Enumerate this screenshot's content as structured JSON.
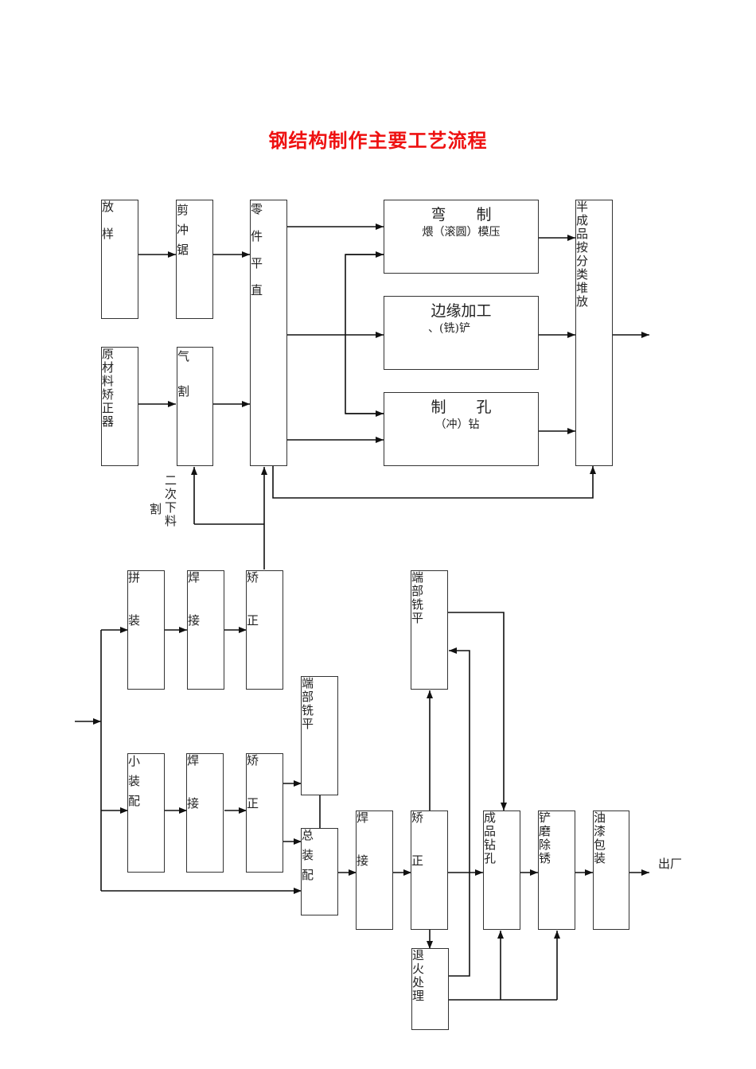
{
  "title": "钢结构制作主要工艺流程",
  "colors": {
    "title": "#ee1111",
    "line": "#111111",
    "box_border": "#333333"
  },
  "top_section": {
    "boxes": {
      "fangyang": "放\n\n样",
      "jianchongju": "剪\n冲\n锯",
      "yuancailiao": "原\n材\n料\n矫\n正\n器",
      "qige": "气\n\n割",
      "lingjianpingzhi": "零\n件\n平\n直",
      "banchengpin": "半\n成\n品\n按\n分\n类\n堆\n放"
    },
    "process_boxes": [
      {
        "title": "弯　　制",
        "subtitle": "煨（滚圆）模压"
      },
      {
        "title": "边缘加工",
        "subtitle": "、(铣)铲"
      },
      {
        "title": "制　　孔",
        "subtitle": "（冲）钻"
      }
    ],
    "secondary_cut_label_col1": "二\n次\n下\n料",
    "secondary_cut_label_col2": "割"
  },
  "bottom_section": {
    "boxes": {
      "pinzhuang": "拼\n\n装",
      "hanjie1": "焊\n\n接",
      "jiaozheng1": "矫\n\n正",
      "xiaozhuangpei": "小\n装\n配",
      "hanjie2": "焊\n\n接",
      "jiaozheng2": "矫\n\n正",
      "duanbuxiping1": "端\n部\n铣\n平",
      "zongzhuangpei": "总\n装\n配",
      "hanjie3": "焊\n\n接",
      "jiaozheng3": "矫\n\n正",
      "duanbuxiping2": "端\n部\n铣\n平",
      "tuihuo": "退\n火\n处\n理",
      "chengpinzuankong": "成\n品\n钻\n孔",
      "chanmochuxiu": "铲\n磨\n除\n锈",
      "youqibaozhuang": "油\n漆\n包\n装"
    },
    "exit_label": "出厂"
  }
}
